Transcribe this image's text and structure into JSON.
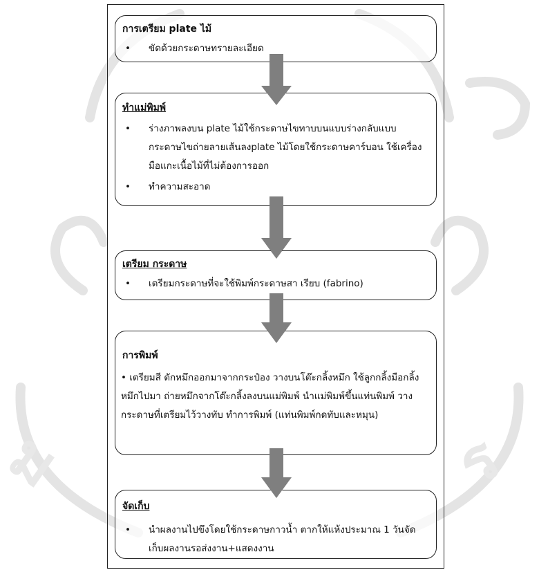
{
  "steps": [
    {
      "title": "การเตรียม plate ไม้",
      "items": [
        "ขัดด้วยกระดาษทรายละเอียด"
      ]
    },
    {
      "title": "ทำแม่พิมพ์",
      "items": [
        "ร่างภาพลงบน plate ไม้ใช้กระดาษไขทาบบนแบบร่างกลับแบบกระดาษไขถ่ายลายเส้นลงplate ไม้โดยใช้กระดาษคาร์บอน ใช้เครื่องมือแกะเนื้อไม้ที่ไม่ต้องการออก",
        "ทำความสะอาด"
      ]
    },
    {
      "title": "เตรียม กระดาษ",
      "items": [
        "เตรียมกระดาษที่จะใช้พิมพ์กระดาษสา เรียบ (fabrino)"
      ]
    },
    {
      "title": "การพิมพ์",
      "paragraph": "•      เตรียมสี ตักหมึกออกมาจากกระป๋อง วางบนโต๊ะกลิ้งหมึก ใช้ลูกกลิ้งมือกลิ้งหมึกไปมา ถ่ายหมึกจากโต๊ะกลิ้งลงบนแม่พิมพ์ นำแม่พิมพ์ขึ้นแท่นพิมพ์ วางกระดาษที่เตรียมไว้วางทับ ทำการพิมพ์ (แท่นพิมพ์กดทับและหมุน)"
    },
    {
      "title": "จัดเก็บ",
      "items": [
        "นำผลงานไปขึงโดยใช้กระดาษกาวน้ำ ตากให้แห้งประมาณ 1 วันจัดเก็บผลงานรอส่งงาน+แสดงงาน"
      ]
    }
  ],
  "bullet_symbol": "•",
  "colors": {
    "arrow": "#7f7f7f",
    "border": "#222222",
    "watermark": "#e6e6e6"
  }
}
